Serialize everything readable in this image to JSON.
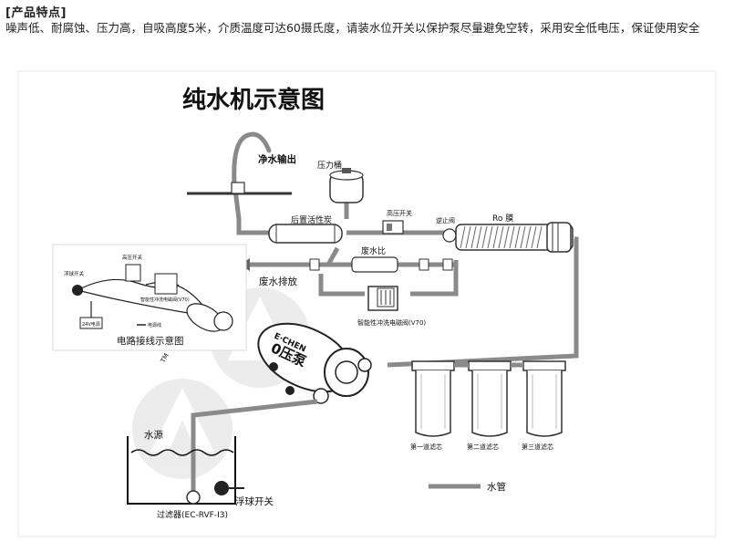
{
  "section_heading": "[产品特点]",
  "description": "噪声低、耐腐蚀、压力高，自吸高度5米，介质温度可达60摄氏度，请装水位开关以保护泵尽量避免空转，采用安全低电压，保证使用安全",
  "diagram": {
    "title": "纯水机示意图",
    "labels": {
      "pure_water_output": "净水输出",
      "pressure_tank": "压力桶",
      "high_pressure_switch": "高压开关",
      "check_valve": "逆止阀",
      "ro_membrane": "Ro 膜",
      "post_carbon": "后置活性炭",
      "waste_ratio": "废水比",
      "waste_discharge": "废水排放",
      "flush_valve": "智能性冲洗电磁阀(V70)",
      "pump_brand": "E·CHEN",
      "pump_name": "0压泵",
      "water_source": "水源",
      "float_switch": "浮球开关",
      "filter": "过滤器(EC-RVF-I3)",
      "filter_1": "第一道滤芯",
      "filter_2": "第二道滤芯",
      "filter_3": "第三道滤芯",
      "water_pipe_legend": "水管",
      "tm_mark": "TM"
    },
    "wiring_inset": {
      "caption": "电路接线示意图",
      "float_switch": "浮球开关",
      "high_pressure_switch": "高压开关",
      "valve": "智能性冲洗电磁阀(V70)",
      "power": "24V电源",
      "wire": "电源线"
    }
  }
}
